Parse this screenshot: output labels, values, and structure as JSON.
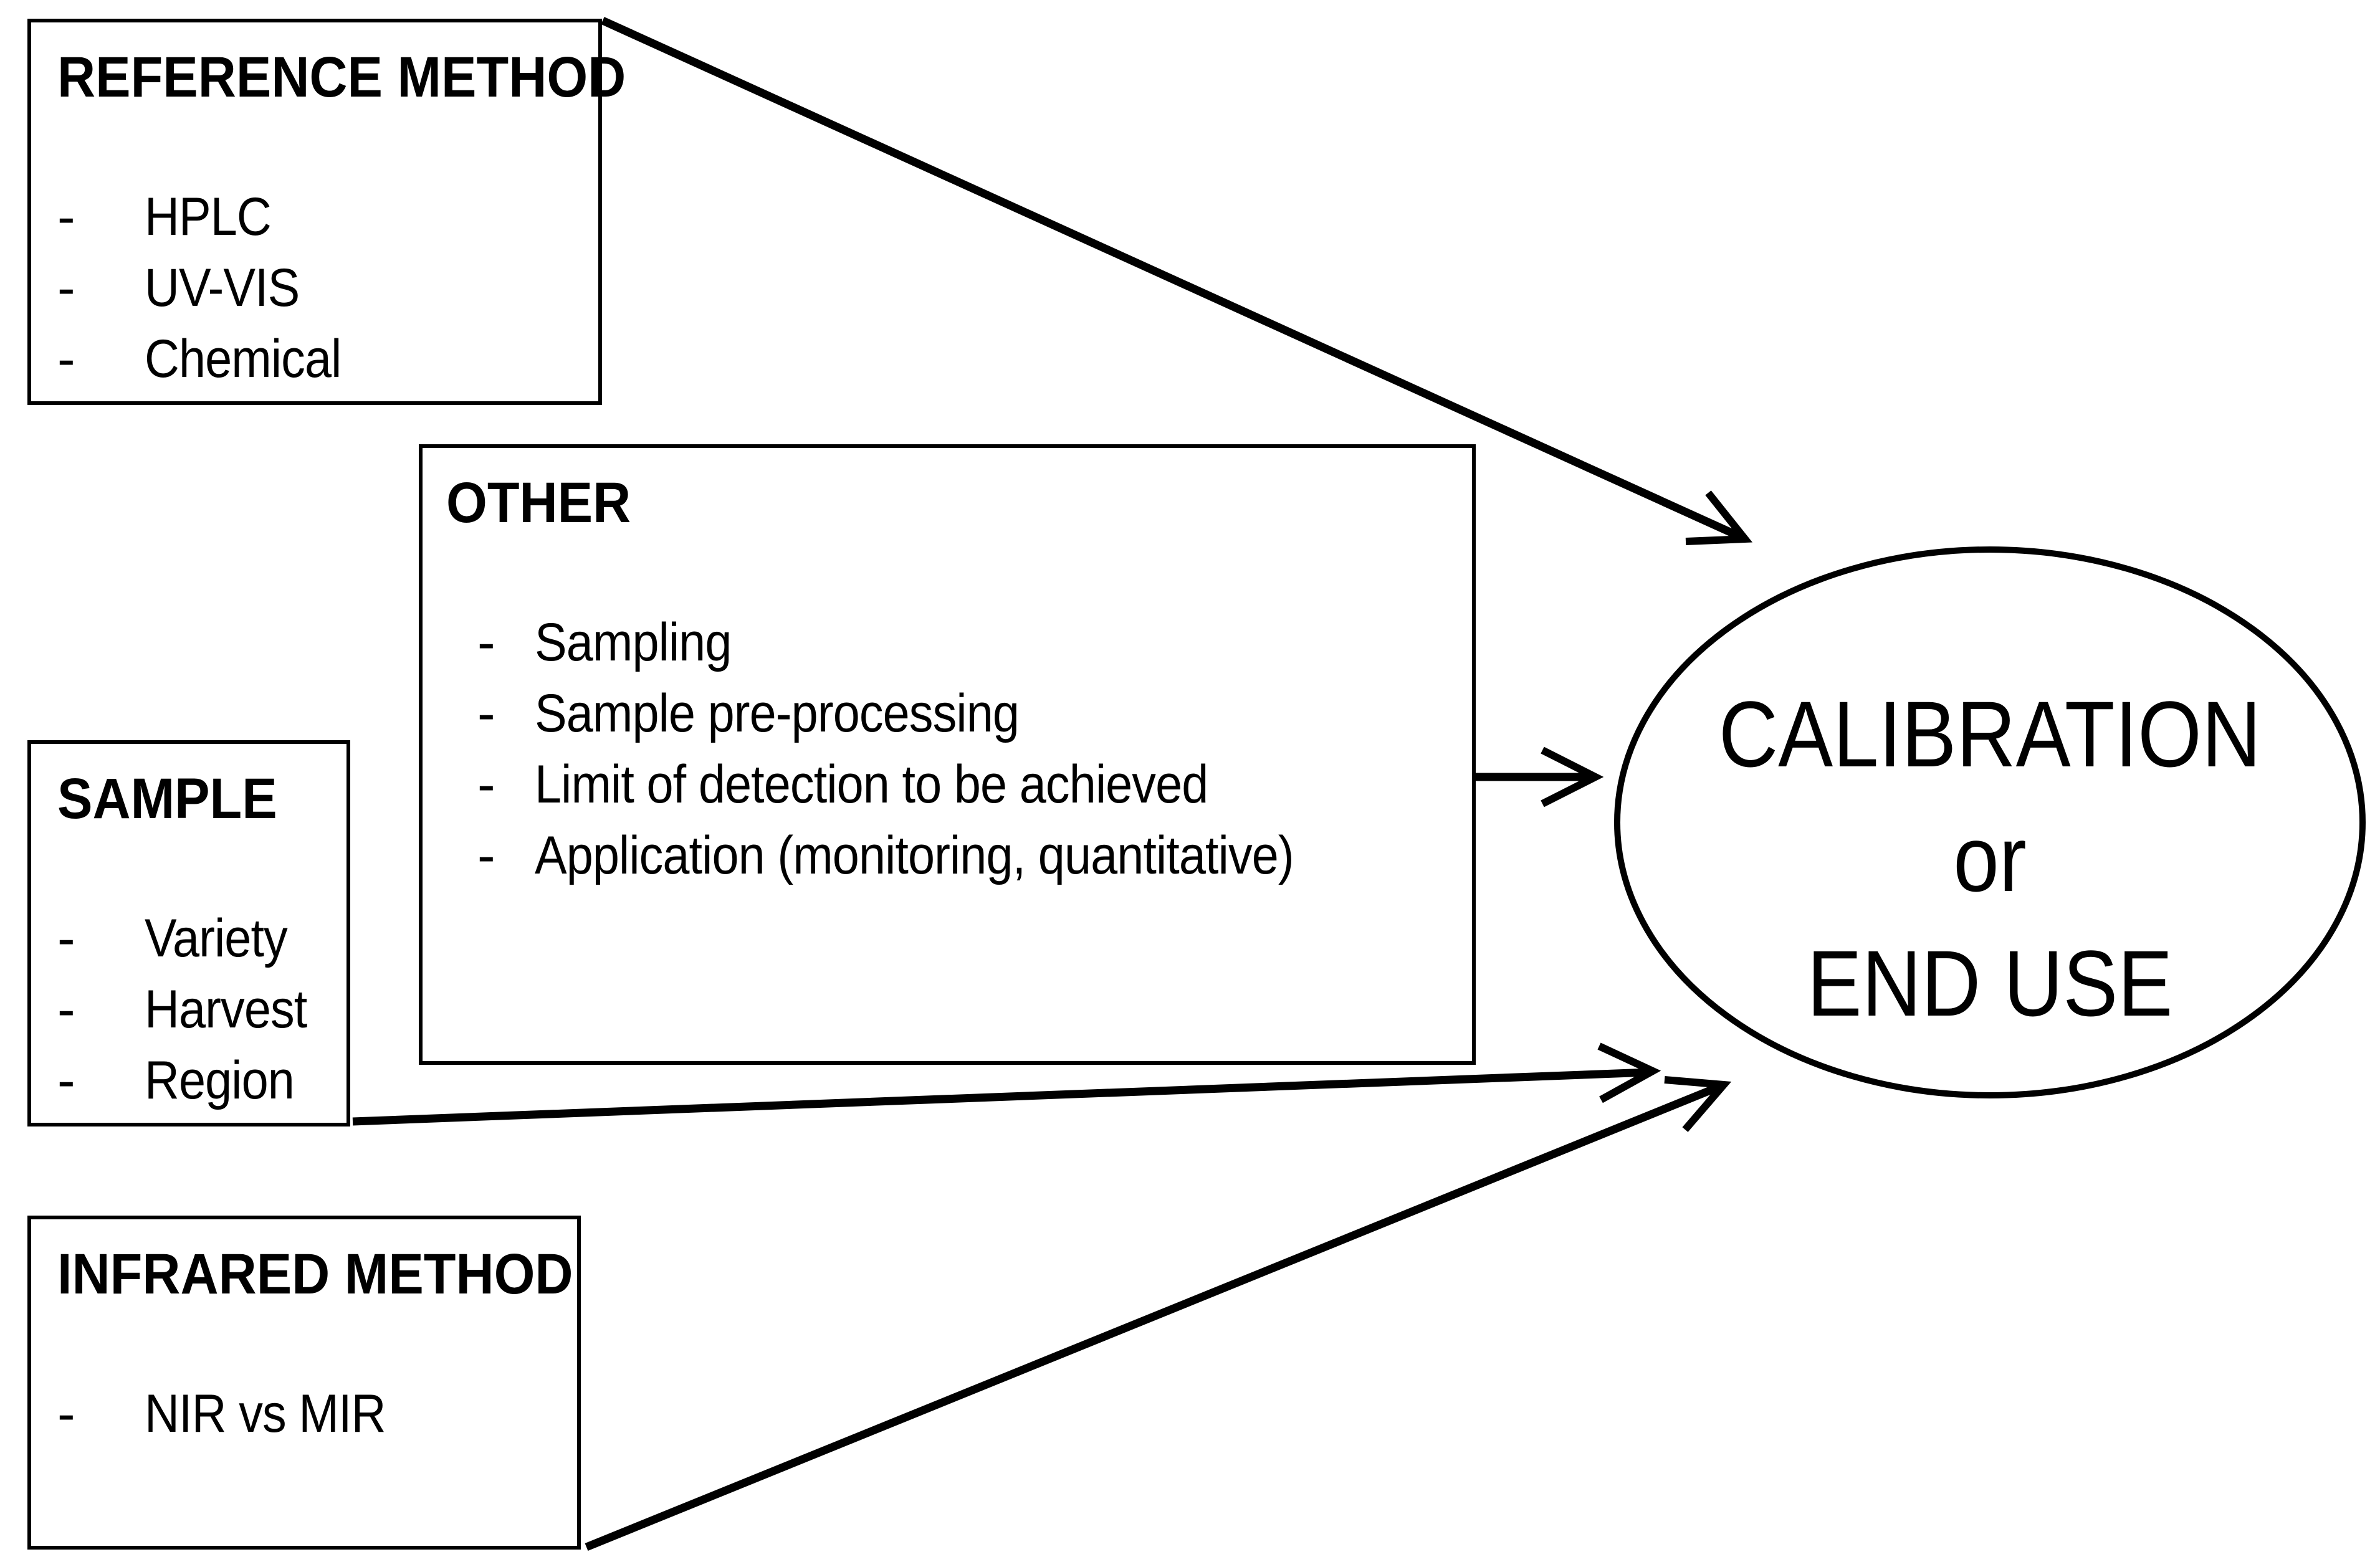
{
  "diagram": {
    "boxes": [
      {
        "id": "reference-method",
        "title": "REFERENCE METHOD",
        "marker": "-",
        "items": [
          "HPLC",
          "UV-VIS",
          "Chemical"
        ]
      },
      {
        "id": "other",
        "title": "OTHER",
        "marker": "-",
        "items": [
          "Sampling",
          "Sample pre-processing",
          "Limit of detection to be achieved",
          "Application (monitoring, quantitative)"
        ]
      },
      {
        "id": "sample",
        "title": "SAMPLE",
        "marker": "-",
        "items": [
          "Variety",
          "Harvest",
          "Region"
        ]
      },
      {
        "id": "infrared-method",
        "title": "INFRARED METHOD",
        "marker": "-",
        "items": [
          "NIR vs MIR"
        ]
      }
    ],
    "ellipse": {
      "lines": [
        "CALIBRATION",
        "or",
        "END USE"
      ]
    },
    "colors": {
      "ink": "#000000",
      "background": "#ffffff"
    }
  }
}
